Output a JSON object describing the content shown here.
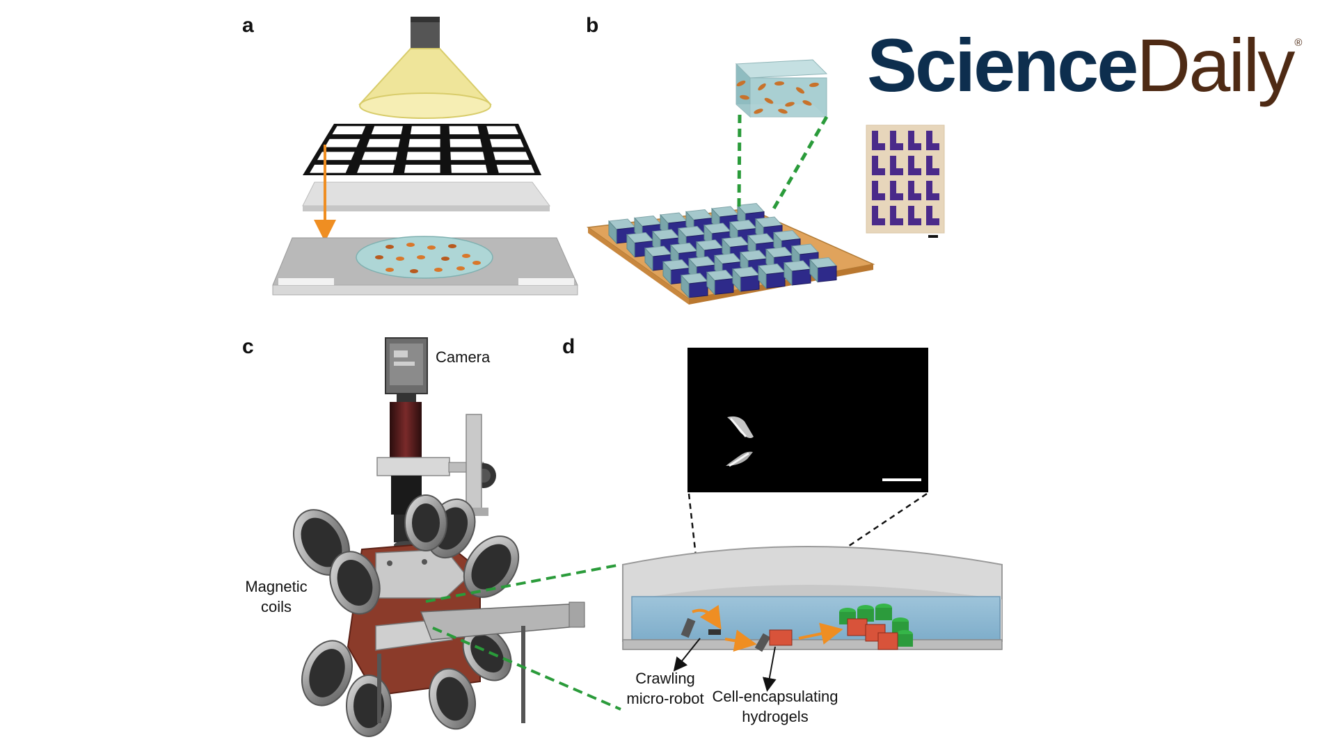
{
  "panels": {
    "a": {
      "letter": "a"
    },
    "b": {
      "letter": "b"
    },
    "c": {
      "letter": "c",
      "camera_label": "Camera",
      "coils_label_line1": "Magnetic",
      "coils_label_line2": "coils"
    },
    "d": {
      "letter": "d",
      "robot_label_line1": "Crawling",
      "robot_label_line2": "micro-robot",
      "hydrogel_label_line1": "Cell-encapsulating",
      "hydrogel_label_line2": "hydrogels"
    }
  },
  "brand": {
    "part1": "Science",
    "part2": "Daily",
    "reg": "®"
  },
  "colors": {
    "brand_navy": "#0d2e4e",
    "brand_brown": "#4e2a14",
    "lamp": "#efe59a",
    "green_dash": "#2a9b3a",
    "orange_arrow": "#ef8e22",
    "hydrogel_blue": "#2e2a8a",
    "hydrogel_face": "#a5c8cc",
    "water": "#84b4cf",
    "hydrogel_red": "#d8533a",
    "hydrogel_green": "#2c9b3c"
  },
  "icons": [
    "lamp-cone-icon",
    "photomask-icon",
    "hydrogel-array-icon",
    "micrograph-icon",
    "camera-icon",
    "magnetic-coil-icon",
    "petri-dish-icon",
    "micro-robot-icon"
  ]
}
